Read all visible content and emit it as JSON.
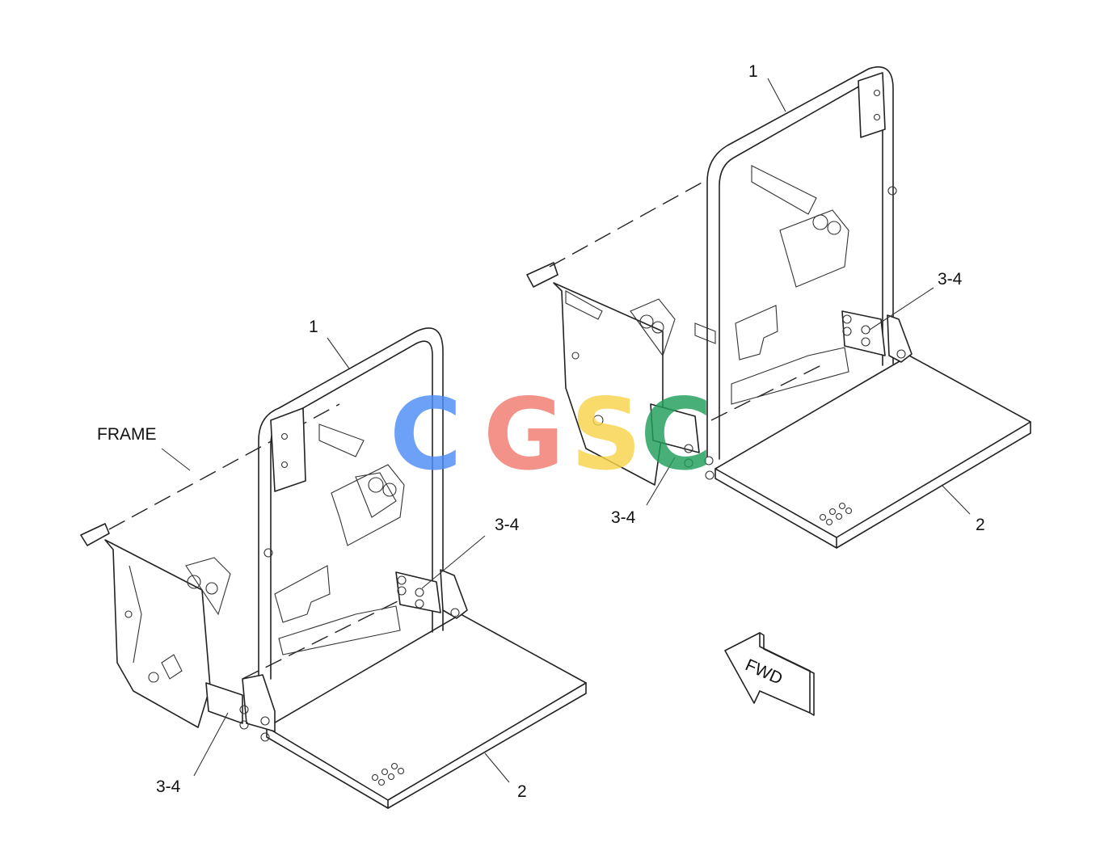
{
  "diagram": {
    "labels": {
      "frame": "FRAME",
      "left_item_1": "1",
      "left_item_2": "2",
      "left_item_34_upper": "3-4",
      "left_item_34_lower": "3-4",
      "right_item_1": "1",
      "right_item_2": "2",
      "right_item_34_upper": "3-4",
      "right_item_34_lower": "3-4",
      "direction_arrow": "FWD"
    },
    "watermark": {
      "letters": [
        "C",
        "G",
        "S",
        "C"
      ],
      "colors": [
        "#4c8df6",
        "#f07b6e",
        "#f7d44a",
        "#1f9e5a"
      ]
    }
  }
}
